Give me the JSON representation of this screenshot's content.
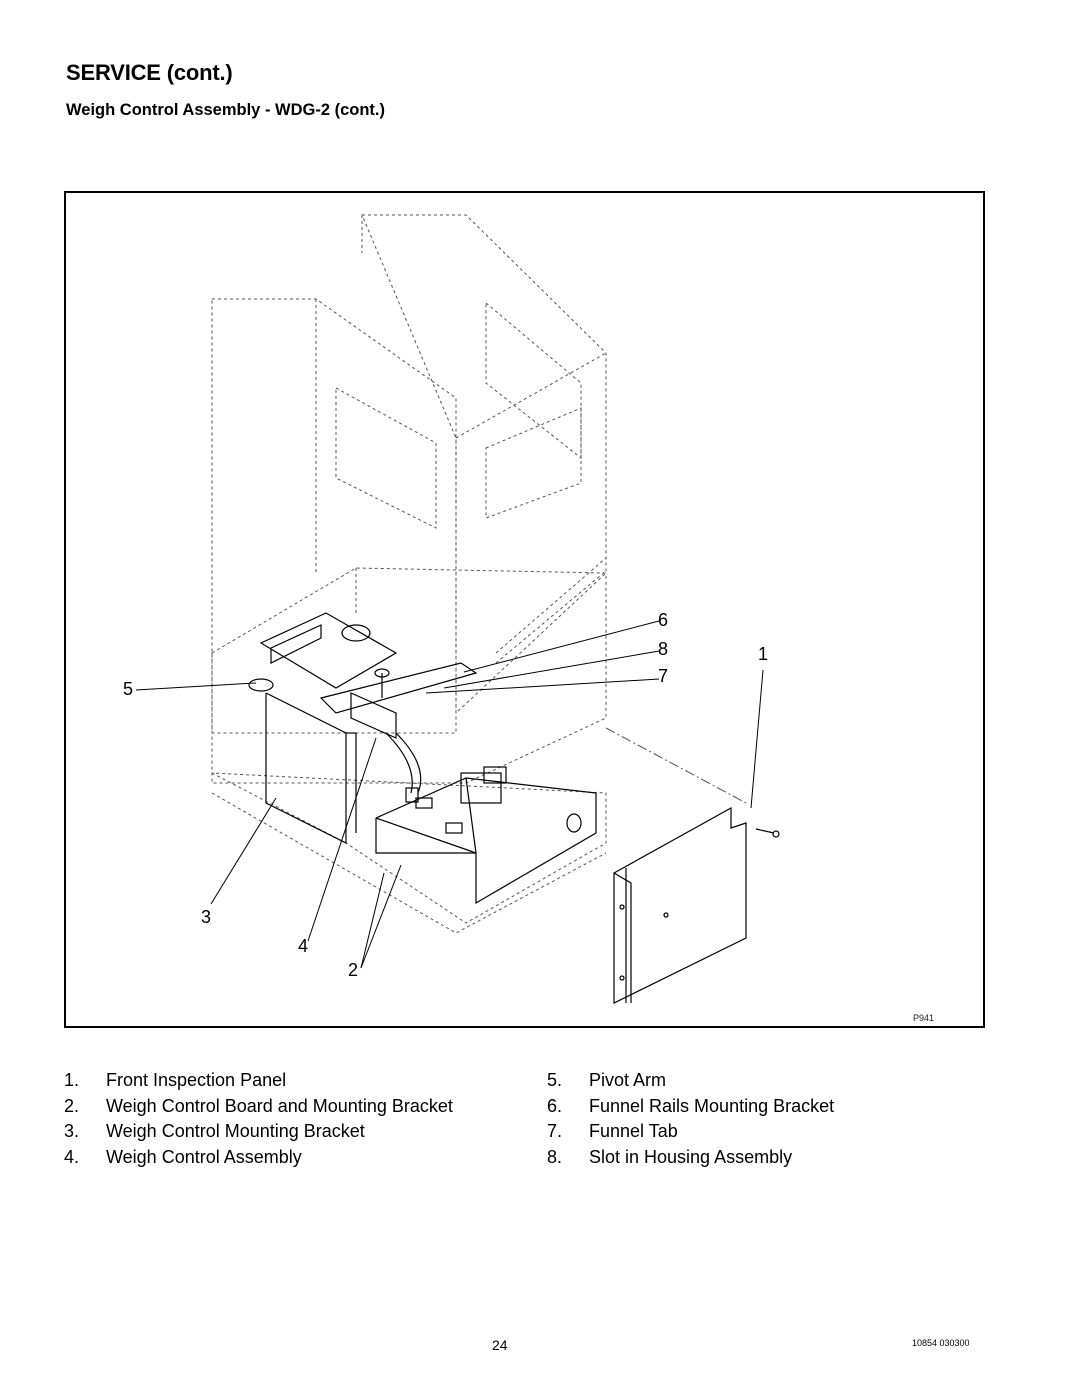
{
  "header": {
    "title": "SERVICE (cont.)",
    "subtitle": "Weigh Control Assembly - WDG-2 (cont.)"
  },
  "figure": {
    "code": "P941",
    "callouts": {
      "c1": "1",
      "c2": "2",
      "c3": "3",
      "c4": "4",
      "c5": "5",
      "c6": "6",
      "c7": "7",
      "c8": "8"
    }
  },
  "legend": {
    "left": [
      {
        "num": "1.",
        "label": "Front Inspection Panel"
      },
      {
        "num": "2.",
        "label": "Weigh Control Board and Mounting Bracket"
      },
      {
        "num": "3.",
        "label": "Weigh Control Mounting Bracket"
      },
      {
        "num": "4.",
        "label": "Weigh Control Assembly"
      }
    ],
    "right": [
      {
        "num": "5.",
        "label": "Pivot Arm"
      },
      {
        "num": "6.",
        "label": "Funnel Rails Mounting Bracket"
      },
      {
        "num": "7.",
        "label": "Funnel Tab"
      },
      {
        "num": "8.",
        "label": "Slot in Housing Assembly"
      }
    ]
  },
  "footer": {
    "page_number": "24",
    "doc_code": "10854 030300"
  }
}
